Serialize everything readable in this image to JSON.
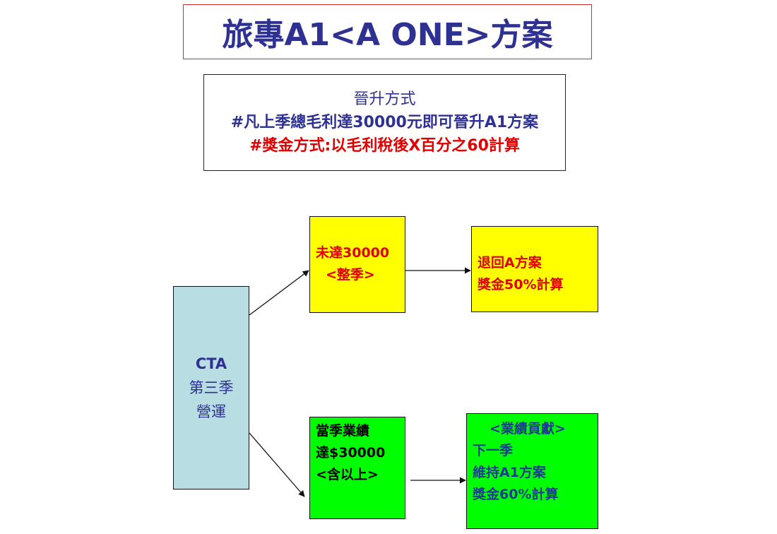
{
  "title": "旅專A1<A ONE>方案",
  "promotion": {
    "heading": "晉升方式",
    "line1": "#凡上季總毛利達30000元即可晉升A1方案",
    "line2": "#獎金方式:以毛利稅後X百分之60計算"
  },
  "cta": {
    "line1": "CTA",
    "line2": "第三季",
    "line3": "營運"
  },
  "not_reach": {
    "line1": "未達30000",
    "line2": "<整季>"
  },
  "return_plan": {
    "line1": "退回A方案",
    "line2": "獎金50%計算"
  },
  "reach": {
    "line1": "當季業績",
    "line2": "達$30000",
    "line3": "<含以上>"
  },
  "maintain": {
    "line1": "<業績貢獻>",
    "line2": "下一季",
    "line3": "維持A1方案",
    "line4": "獎金60%計算"
  },
  "colors": {
    "title_blue": "#2e3192",
    "red": "#e00000",
    "yellow": "#ffff00",
    "green": "#00ff00",
    "cta_teal": "#b8dee3"
  }
}
